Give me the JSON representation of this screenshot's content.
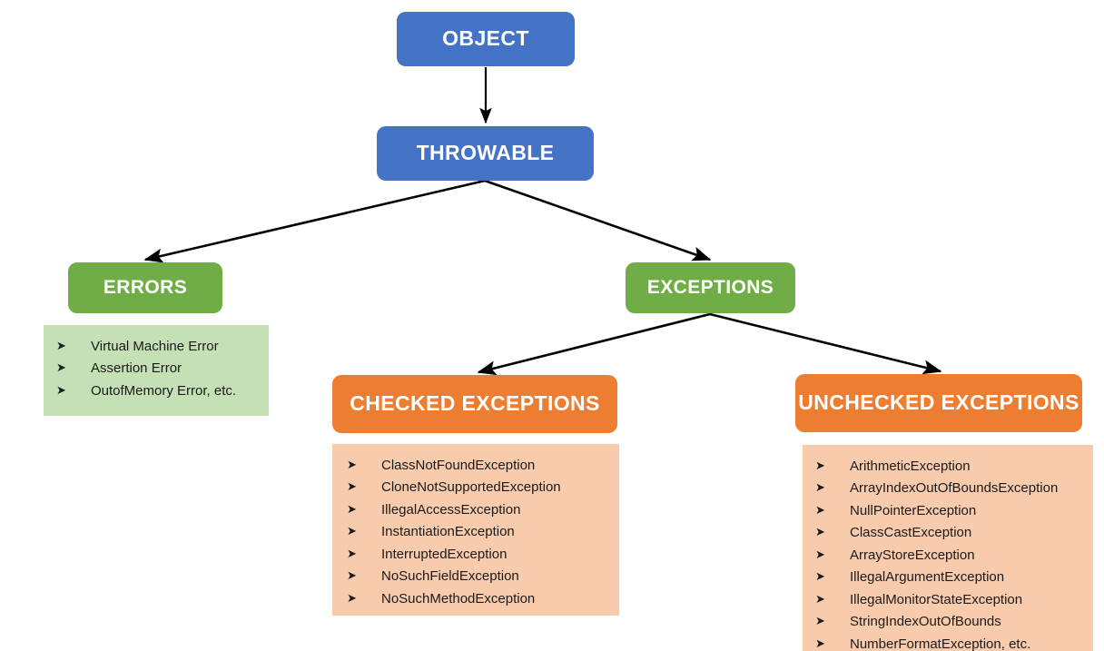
{
  "diagram": {
    "colors": {
      "blue": "#4472C4",
      "green": "#70AD47",
      "orange": "#ED7D31",
      "light_green": "#C5E0B4",
      "light_orange": "#F8CBAD",
      "connector": "#000000",
      "node_text": "#FFFFFF",
      "list_text": "#1A1A1A",
      "background": "#FFFFFF"
    },
    "bullet_glyph": "➤",
    "nodes": {
      "object": "OBJECT",
      "throwable": "THROWABLE",
      "errors": "ERRORS",
      "exceptions": "EXCEPTIONS",
      "checked": "CHECKED EXCEPTIONS",
      "unchecked": "UNCHECKED EXCEPTIONS"
    },
    "lists": {
      "errors": [
        "Virtual Machine Error",
        "Assertion Error",
        "OutofMemory Error, etc."
      ],
      "checked": [
        "ClassNotFoundException",
        "CloneNotSupportedException",
        "IllegalAccessException",
        "InstantiationException",
        "InterruptedException",
        "NoSuchFieldException",
        "NoSuchMethodException"
      ],
      "unchecked": [
        "ArithmeticException",
        "ArrayIndexOutOfBoundsException",
        "NullPointerException",
        "ClassCastException",
        "ArrayStoreException",
        "IllegalArgumentException",
        "IllegalMonitorStateException",
        "StringIndexOutOfBounds",
        "NumberFormatException, etc."
      ]
    }
  }
}
